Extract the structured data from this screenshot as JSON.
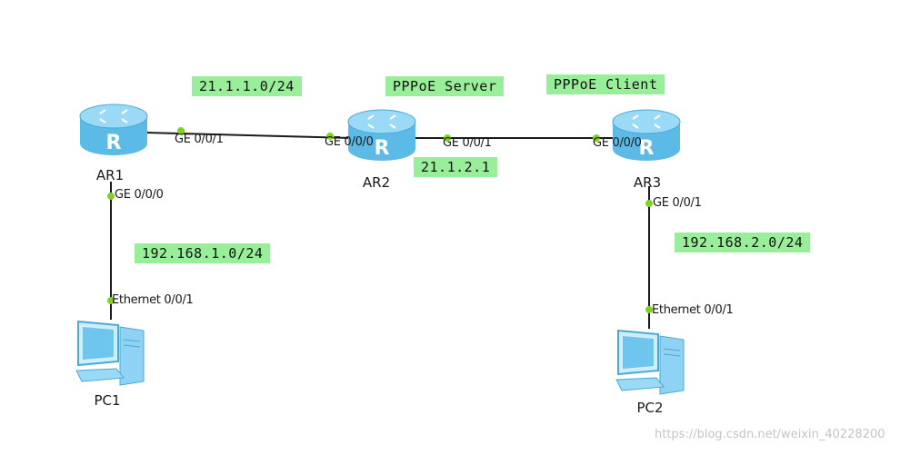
{
  "devices": {
    "ar1": "AR1",
    "ar2": "AR2",
    "ar3": "AR3",
    "pc1": "PC1",
    "pc2": "PC2"
  },
  "ports": {
    "ar1_ge001": "GE 0/0/1",
    "ar2_ge000": "GE 0/0/0",
    "ar2_ge001": "GE 0/0/1",
    "ar3_ge000": "GE 0/0/0",
    "ar1_ge000": "GE 0/0/0",
    "pc1_eth": "Ethernet 0/0/1",
    "ar3_ge001": "GE 0/0/1",
    "pc2_eth": "Ethernet 0/0/1"
  },
  "notes": {
    "net_ar1_ar2": "21.1.1.0/24",
    "ar2_role": "PPPoE Server",
    "ar3_role": "PPPoE Client",
    "ar2_addr": "21.1.2.1",
    "lan1": "192.168.1.0/24",
    "lan2": "192.168.2.0/24"
  },
  "colors": {
    "note_bg": "#99ee99",
    "port_dot": "#7ed321",
    "link": "#1a1a1a",
    "router": "#5bbbe6",
    "pc": "#6ec6ef"
  },
  "icons": {
    "router": "router-icon",
    "pc": "pc-icon"
  },
  "watermark": "https://blog.csdn.net/weixin_40228200"
}
